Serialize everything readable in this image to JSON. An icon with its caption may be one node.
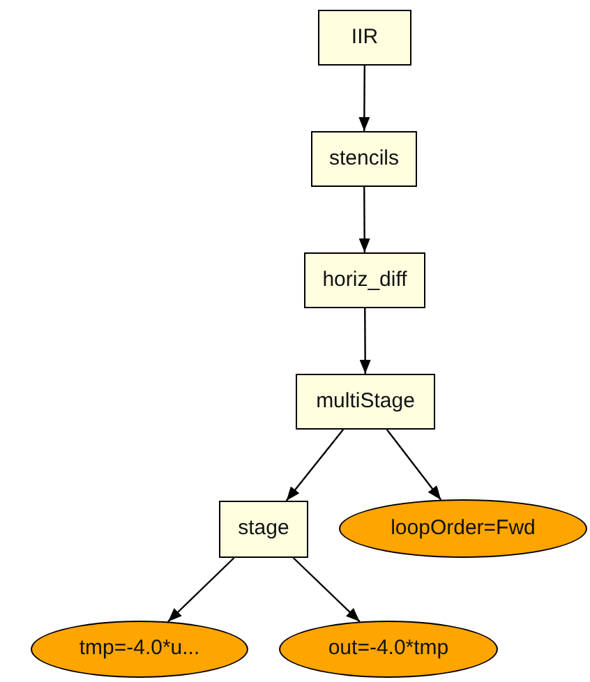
{
  "diagram": {
    "nodes": [
      {
        "text": [
          "IIR"
        ]
      },
      {
        "text": [
          "stencils"
        ]
      },
      {
        "text": [
          "horiz_diff"
        ]
      },
      {
        "text": [
          "multiStage"
        ]
      },
      {
        "text": [
          "stage"
        ]
      },
      {
        "text": [
          "loopOrder=Fwd"
        ]
      },
      {
        "text": [
          "tmp=-4.0*u..."
        ]
      },
      {
        "text": [
          "out=-4.0*tmp"
        ]
      }
    ],
    "edges": [
      {
        "from": 0,
        "to": 1,
        "arrow": "to"
      },
      {
        "from": 1,
        "to": 2,
        "arrow": "to"
      },
      {
        "from": 2,
        "to": 3,
        "arrow": "to"
      },
      {
        "from": 3,
        "to": 4,
        "arrow": "to"
      },
      {
        "from": 3,
        "to": 5,
        "arrow": "to"
      },
      {
        "from": 4,
        "to": 6,
        "arrow": "to"
      },
      {
        "from": 4,
        "to": 7,
        "arrow": "to"
      }
    ]
  }
}
